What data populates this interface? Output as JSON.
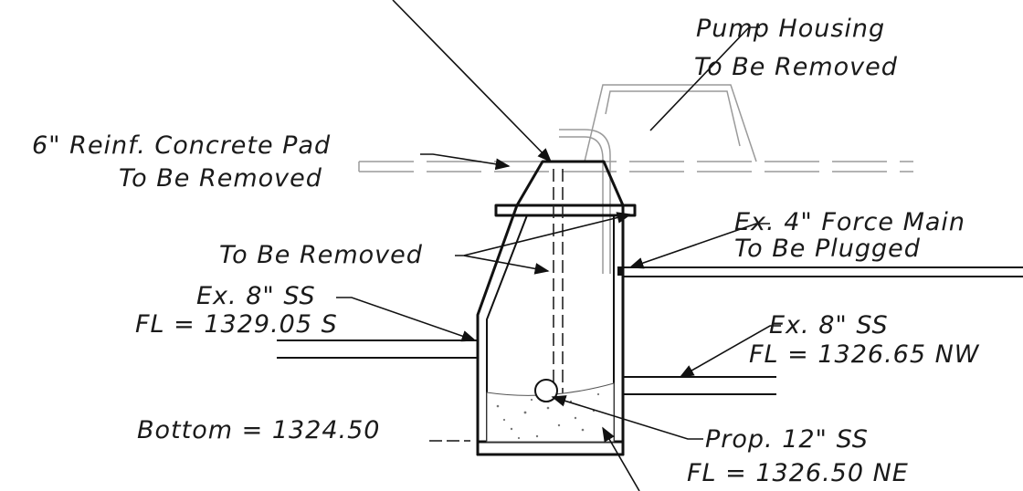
{
  "diagram": {
    "labels": {
      "pump_housing_1": "Pump Housing",
      "pump_housing_2": "To Be Removed",
      "pad_1": "6\" Reinf. Concrete Pad",
      "pad_2": "To Be Removed",
      "force_main_1": "Ex. 4\" Force Main",
      "force_main_2": "To Be Plugged",
      "to_be_removed": "To Be Removed",
      "ss8_south_1": "Ex. 8\" SS",
      "ss8_south_2": "FL = 1329.05 S",
      "ss8_nw_1": "Ex. 8\" SS",
      "ss8_nw_2": "FL = 1326.65 NW",
      "bottom": "Bottom = 1324.50",
      "prop12_1": "Prop. 12\" SS",
      "prop12_2": "FL = 1326.50 NE"
    },
    "colors": {
      "ink": "#111111",
      "removed": "#9a9a9a"
    }
  }
}
